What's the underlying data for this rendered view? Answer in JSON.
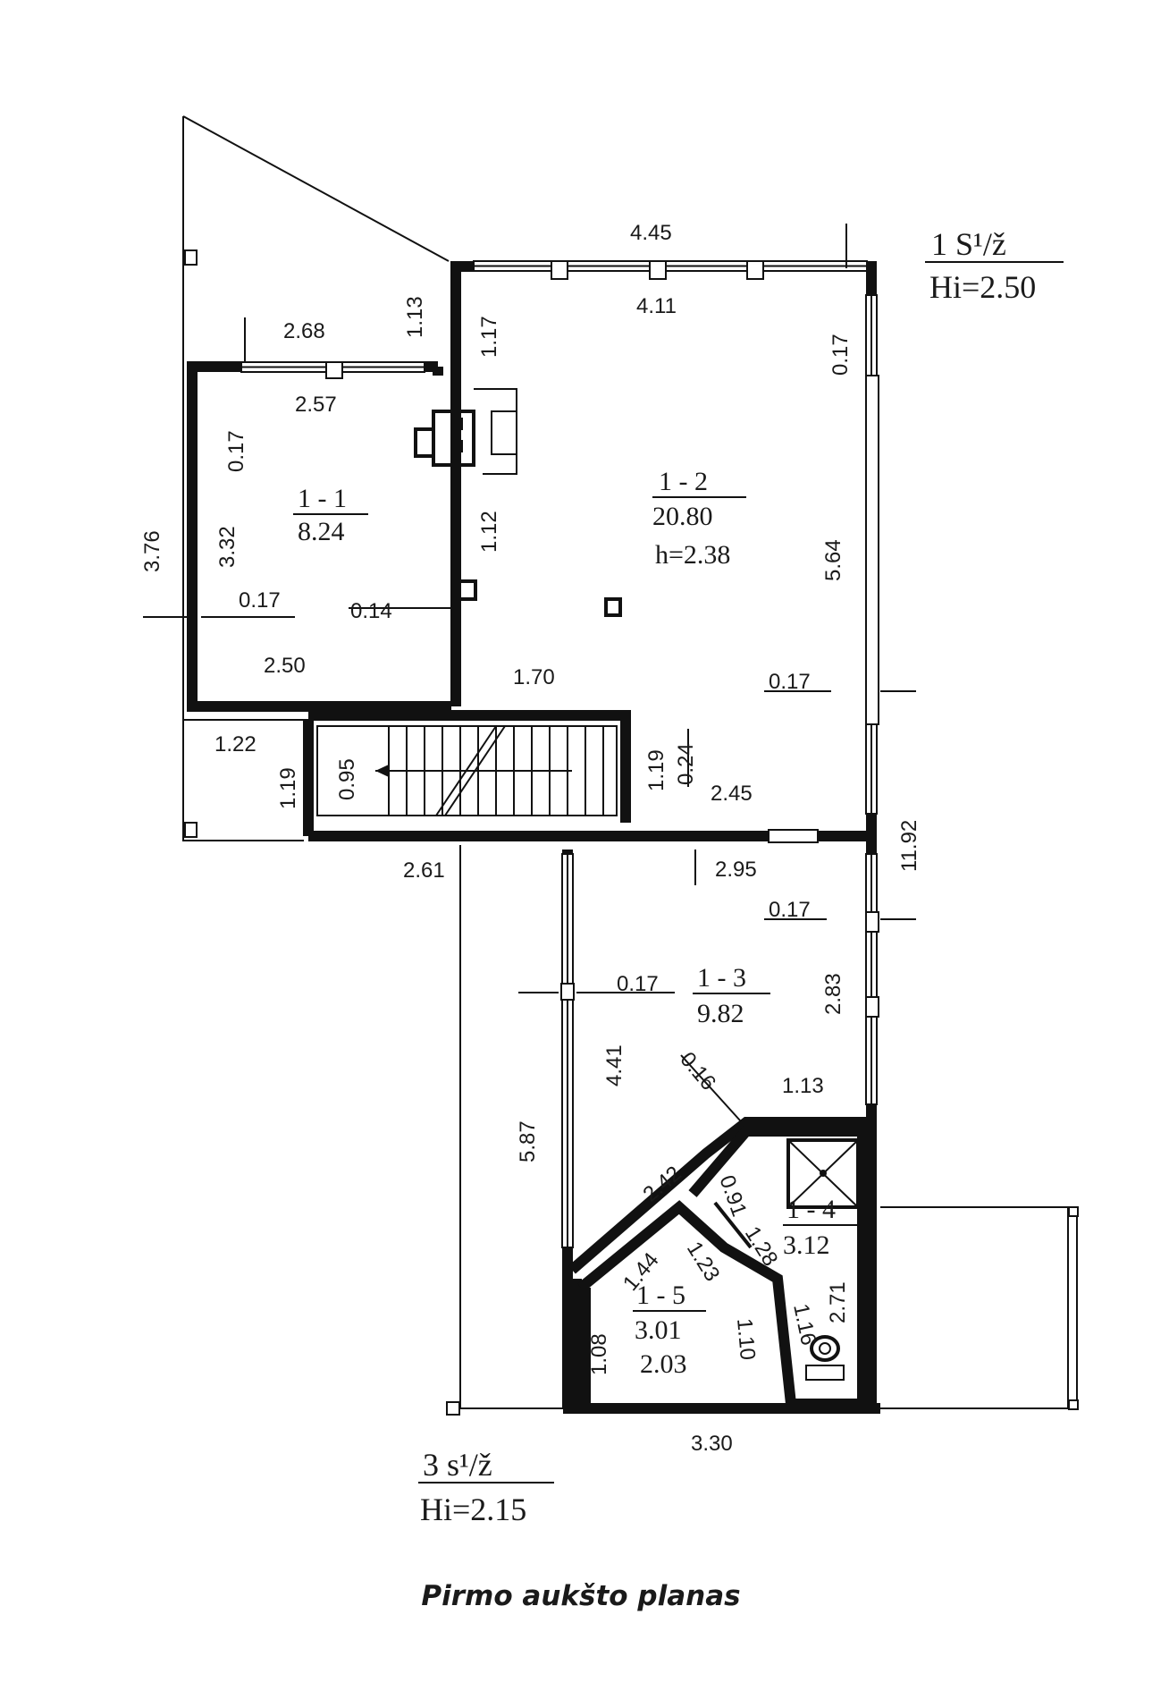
{
  "sheet": {
    "title": "Pirmo aukšto planas",
    "block_top": {
      "line1": "1 S¹/ž",
      "line2": "Hi=2.50"
    },
    "block_bottom": {
      "line1": "3 s¹/ž",
      "line2": "Hi=2.15"
    }
  },
  "rooms": [
    {
      "id": "1 - 1",
      "area": "8.24"
    },
    {
      "id": "1 - 2",
      "area": "20.80",
      "height": "h=2.38"
    },
    {
      "id": "1 - 3",
      "area": "9.82"
    },
    {
      "id": "1 - 4",
      "area": "3.12"
    },
    {
      "id": "1 - 5",
      "area": "3.01",
      "extra": "2.03"
    }
  ],
  "dimensions": {
    "d445": "4.45",
    "d411": "4.11",
    "d113a": "1.13",
    "d117": "1.17",
    "d017a": "0.17",
    "d268": "2.68",
    "d257": "2.57",
    "d017b": "0.17",
    "d376": "3.76",
    "d332": "3.32",
    "d112": "1.12",
    "d564": "5.64",
    "d017c": "0.17",
    "d014": "0.14",
    "d250": "2.50",
    "d170": "1.70",
    "d017d": "0.17",
    "d122": "1.22",
    "d119a": "1.19",
    "d095": "0.95",
    "d119b": "1.19",
    "d024": "0.24",
    "d245": "2.45",
    "d1192": "11.92",
    "d261": "2.61",
    "d295": "2.95",
    "d017e": "0.17",
    "d017f": "0.17",
    "d283": "2.83",
    "d441": "4.41",
    "d016": "0.16",
    "d113b": "1.13",
    "d587": "5.87",
    "d242": "2.42",
    "d091": "0.91",
    "d128": "1.28",
    "d144": "1.44",
    "d123": "1.23",
    "d271": "2.71",
    "d108": "1.08",
    "d110": "1.10",
    "d116": "1.16",
    "d330": "3.30"
  }
}
